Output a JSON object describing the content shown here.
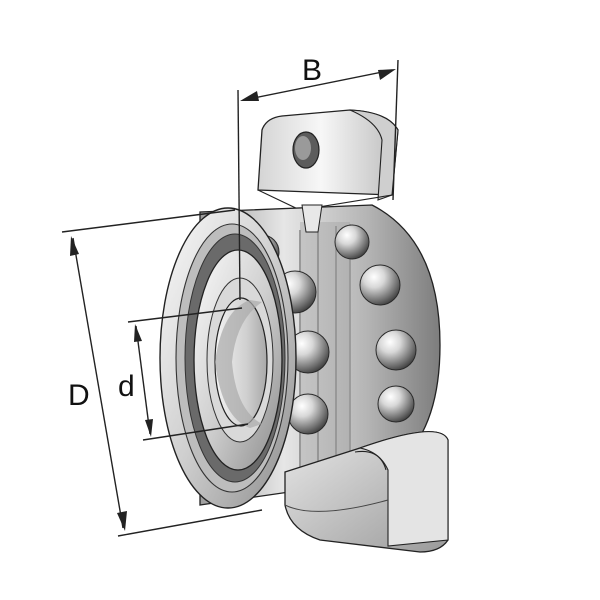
{
  "labels": {
    "width": "B",
    "outer_diameter": "D",
    "bore_diameter": "d"
  },
  "colors": {
    "line": "#222222",
    "metal_light": "#f2f2f2",
    "metal_mid": "#c8c8c8",
    "metal_dark": "#8a8a8a",
    "metal_shadow": "#5a5a5a"
  }
}
